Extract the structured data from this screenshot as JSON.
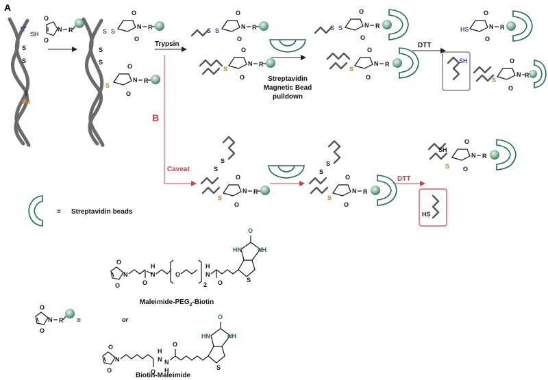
{
  "panel_a": "A",
  "panel_b": "B",
  "steps": {
    "trypsin": "Trypsin",
    "pulldown": [
      "Streptavidin",
      "Magnetic Bead",
      "pulldown"
    ],
    "dtt_top": "DTT",
    "caveat": "Caveat",
    "dtt_bottom": "DTT"
  },
  "atoms": {
    "S": "S",
    "SH": "SH",
    "HS": "HS",
    "N": "N",
    "O": "O",
    "R": "R",
    "H": "H",
    "HN": "HN",
    "NH": "NH"
  },
  "legend": {
    "equals": "=",
    "streptavidin": "Streptavidin beads",
    "or": "or",
    "peg_name": "Maleimide-PEG",
    "peg_sub": "2",
    "peg_suffix": "-Biotin",
    "peg_repeat": "2",
    "biotin_mal": "Biotin-Maleimide"
  },
  "colors": {
    "green": "#1d6b52",
    "blue": "#4a4b8e",
    "orange": "#d57a1a",
    "red": "#e0393e",
    "helix": "#6a6a6a"
  }
}
